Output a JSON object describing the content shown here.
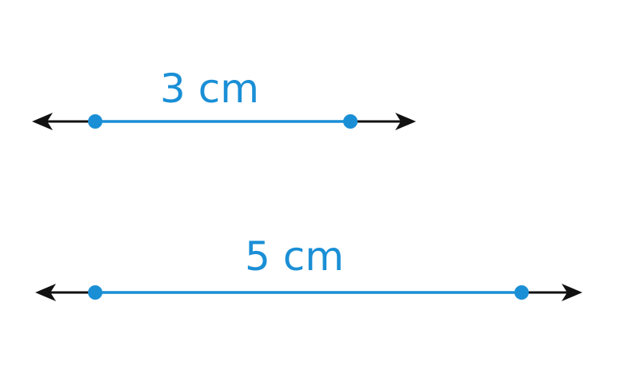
{
  "colors": {
    "segment": "#1a8fd6",
    "line": "#111111",
    "background": "#ffffff"
  },
  "segments": [
    {
      "label": "3 cm",
      "length_cm": 3
    },
    {
      "label": "5 cm",
      "length_cm": 5
    }
  ]
}
